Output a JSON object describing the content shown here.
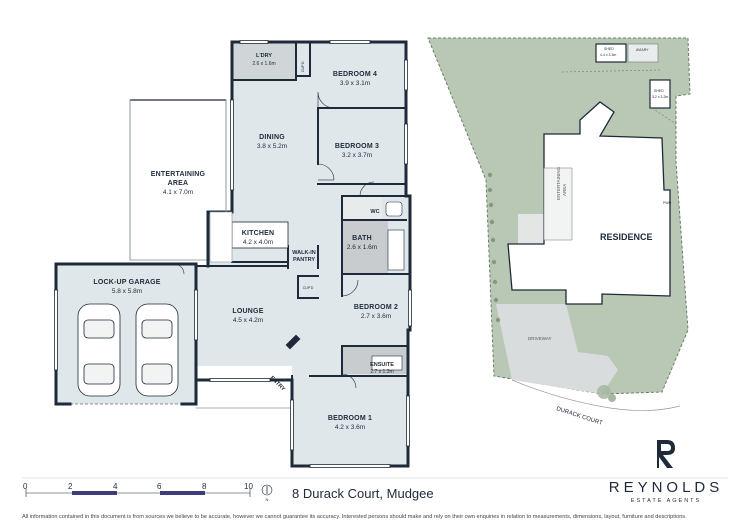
{
  "property": {
    "address": "8 Durack Court, Mudgee",
    "brand": "REYNOLDS",
    "brand_sub": "ESTATE AGENTS",
    "disclaimer": "All information contained in this document is from sources we believe to be accurate, however we cannot guarantee its accuracy. Interested persons should make and rely on their own enquiries in relation to measurements, dimensions, layout, furniture and descriptions."
  },
  "rooms": {
    "laundry": {
      "name": "L'DRY",
      "dims": "2.6 x 1.6m"
    },
    "cupd_top": {
      "name": "CUP'D"
    },
    "bedroom4": {
      "name": "BEDROOM 4",
      "dims": "3.9 x 3.1m"
    },
    "dining": {
      "name": "DINING",
      "dims": "3.8 x 5.2m"
    },
    "bedroom3": {
      "name": "BEDROOM 3",
      "dims": "3.2 x 3.7m"
    },
    "entertaining": {
      "name_line1": "ENTERTAINING",
      "name_line2": "AREA",
      "dims": "4.1 x 7.0m"
    },
    "wc": {
      "name": "WC"
    },
    "kitchen": {
      "name": "KITCHEN",
      "dims": "4.2 x 4.0m"
    },
    "bath": {
      "name": "BATH",
      "dims": "2.6 x 1.6m"
    },
    "walkin": {
      "name_line1": "WALK-IN",
      "name_line2": "PANTRY"
    },
    "garage": {
      "name": "LOCK-UP GARAGE",
      "dims": "5.8 x 5.8m"
    },
    "cupd_mid": {
      "name": "CUP'D"
    },
    "lounge": {
      "name": "LOUNGE",
      "dims": "4.5 x 4.2m"
    },
    "bedroom2": {
      "name": "BEDROOM 2",
      "dims": "2.7 x 3.6m"
    },
    "ensuite": {
      "name": "ENSUITE",
      "dims": "2.7 x 1.3m"
    },
    "entry": {
      "name": "ENTRY"
    },
    "bedroom1": {
      "name": "BEDROOM 1",
      "dims": "4.2 x 3.6m"
    }
  },
  "site": {
    "residence": "RESIDENCE",
    "entertaining_line1": "ENTERTAINING",
    "entertaining_line2": "AREA",
    "shed1_name": "SHED",
    "shed1_dims": "4.4 x 3.3m",
    "aviary": "AVIARY",
    "shed2_name": "SHED",
    "shed2_dims": "3.2 x 3.2m",
    "driveway": "DRIVEWAY",
    "street": "DURACK COURT",
    "pwd": "PWR"
  },
  "scale": {
    "ticks": [
      "0",
      "2",
      "4",
      "6",
      "8",
      "10"
    ],
    "north": "N"
  },
  "colors": {
    "wall": "#1e2a3a",
    "floor": "#dfe7ea",
    "outdoor": "#ffffff",
    "wet": "#c8ccce",
    "lawn": "#b8c7b3",
    "pave": "#d9dcdc",
    "accent": "#3f3b7a"
  }
}
